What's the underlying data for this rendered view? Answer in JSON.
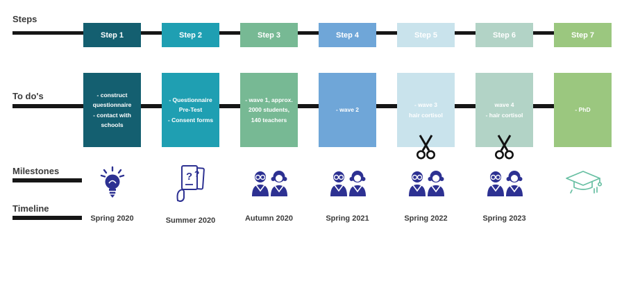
{
  "row_labels": {
    "steps": "Steps",
    "todos": "To do's",
    "milestones": "Milestones",
    "timeline": "Timeline"
  },
  "colors": {
    "line": "#161616",
    "icon_blue": "#2d3192",
    "cap_teal": "#67bfa2",
    "scissors_black": "#111111",
    "label_text": "#3b3b3b",
    "box_text": "#ffffff"
  },
  "steps": [
    {
      "label": "Step 1",
      "color": "#145f70",
      "todo": "- construct questionnaire\n- contact with schools",
      "date": "Spring 2020",
      "milestone": "lightbulb"
    },
    {
      "label": "Step 2",
      "color": "#1f9fb2",
      "todo": "- Questionnaire Pre-Test\n- Consent forms",
      "date": "Summer 2020",
      "milestone": "questionnaire"
    },
    {
      "label": "Step 3",
      "color": "#77b994",
      "todo": "- wave 1, approx. 2000 students, 140 teachers",
      "date": "Autumn 2020",
      "milestone": "students"
    },
    {
      "label": "Step 4",
      "color": "#6fa6d8",
      "todo": "- wave 2",
      "date": "Spring 2021",
      "milestone": "students"
    },
    {
      "label": "Step 5",
      "color": "#c9e3ec",
      "todo": "- wave 3\nhair cortisol",
      "date": "Spring 2022",
      "milestone": "students",
      "scissors": true
    },
    {
      "label": "Step 6",
      "color": "#b2d3c6",
      "todo": "wave 4\n- hair cortisol",
      "date": "Spring 2023",
      "milestone": "students",
      "scissors": true
    },
    {
      "label": "Step 7",
      "color": "#9bc77f",
      "todo": "- PhD",
      "date": "",
      "milestone": "graduation-cap"
    }
  ]
}
